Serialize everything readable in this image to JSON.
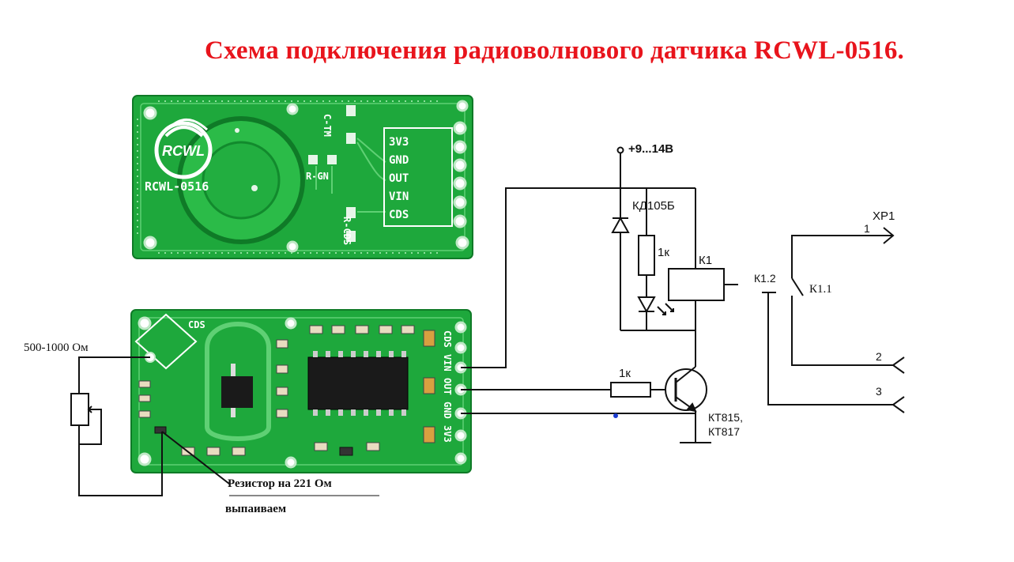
{
  "title": "Схема подключения радиоволнового датчика RCWL-0516.",
  "colors": {
    "title": "#e8141c",
    "pcb": "#1ea83c",
    "pcb_dark": "#0f7a27",
    "wire": "#111111"
  },
  "board_top": {
    "logo": "RCWL",
    "model": "RCWL-0516",
    "pads": [
      "C-TM",
      "R-GN",
      "R-CDS"
    ],
    "pins": [
      "3V3",
      "GND",
      "OUT",
      "VIN",
      "CDS"
    ]
  },
  "board_bottom": {
    "cds_label": "CDS",
    "pins": [
      "CDS",
      "VIN",
      "OUT",
      "GND",
      "3V3"
    ]
  },
  "labels": {
    "pot": "500-1000 Ом",
    "resistor_note_1": "Резистор на 221 Ом",
    "resistor_note_2": "выпаиваем",
    "supply": "+9...14В",
    "diode": "КД105Б",
    "r_led": "1к",
    "relay": "К1",
    "r_base": "1к",
    "transistor_1": "КТ815,",
    "transistor_2": "КТ817",
    "contact_k12": "К1.2",
    "contact_k11": "К1.1",
    "connector": "XP1",
    "pin1": "1",
    "pin2": "2",
    "pin3": "3"
  }
}
